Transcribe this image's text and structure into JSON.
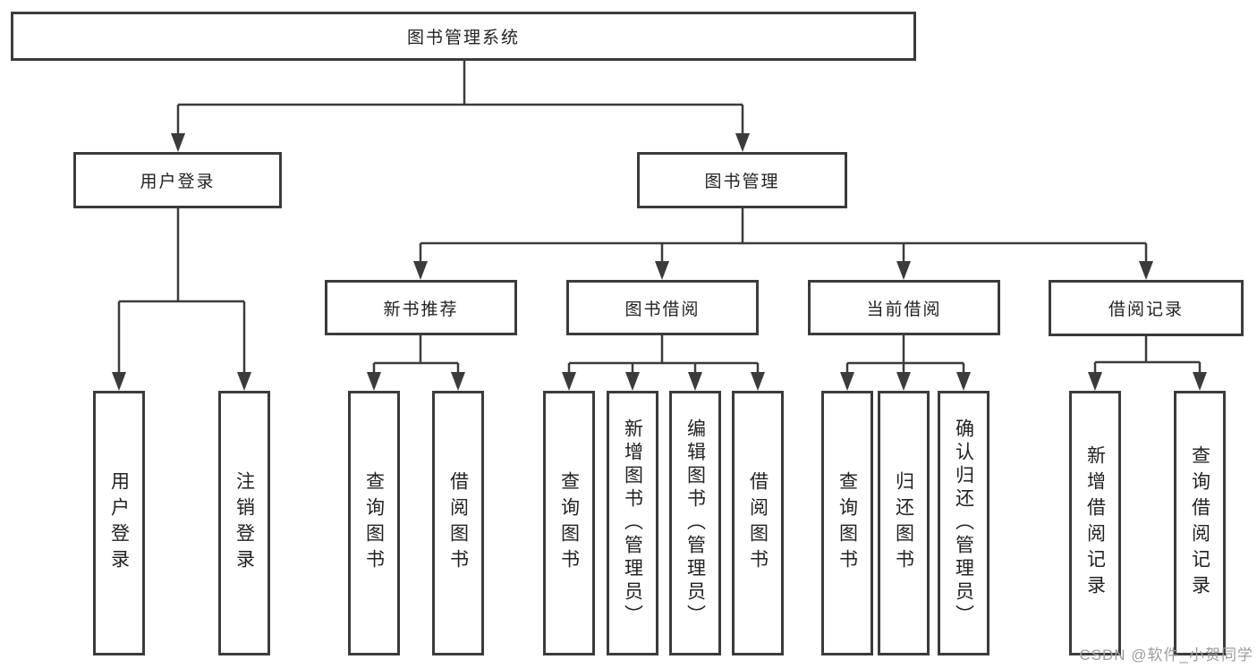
{
  "diagram": {
    "type": "hierarchy-tree",
    "root": "图书管理系统",
    "level2": {
      "user_login": "用户登录",
      "book_management": "图书管理"
    },
    "level3": {
      "new_book_recommend": "新书推荐",
      "book_borrowing": "图书借阅",
      "current_borrowing": "当前借阅",
      "borrowing_records": "借阅记录"
    },
    "leaves": {
      "user_login": "用户登录",
      "logout": "注销登录",
      "rec_query_books": "查询图书",
      "rec_borrow_books": "借阅图书",
      "bb_query_books": "查询图书",
      "bb_add_books": "新增图书（管理员）",
      "bb_edit_books": "编辑图书（管理员）",
      "bb_borrow_books": "借阅图书",
      "cb_query_books": "查询图书",
      "cb_return_books": "归还图书",
      "cb_confirm_return": "确认归还（管理员）",
      "br_add_record": "新增借阅记录",
      "br_query_record": "查询借阅记录"
    },
    "tree": {
      "图书管理系统": {
        "用户登录": [
          "用户登录",
          "注销登录"
        ],
        "图书管理": {
          "新书推荐": [
            "查询图书",
            "借阅图书"
          ],
          "图书借阅": [
            "查询图书",
            "新增图书（管理员）",
            "编辑图书（管理员）",
            "借阅图书"
          ],
          "当前借阅": [
            "查询图书",
            "归还图书",
            "确认归还（管理员）"
          ],
          "借阅记录": [
            "新增借阅记录",
            "查询借阅记录"
          ]
        }
      }
    },
    "colors": {
      "line": "#3b3b3b",
      "text": "#222222",
      "background": "#ffffff",
      "watermark": "#9c9c9c"
    }
  },
  "watermark": "CSDN @软件_小贺同学"
}
